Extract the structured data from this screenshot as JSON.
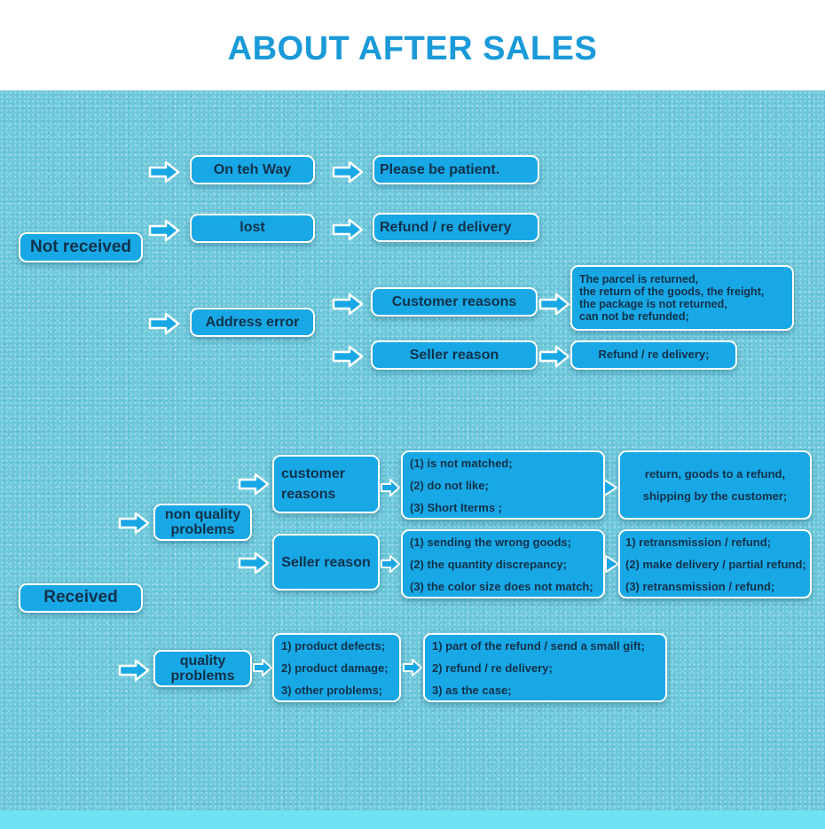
{
  "title": "ABOUT AFTER SALES",
  "not_received": {
    "root": "Not received",
    "on_the_way": "On teh Way",
    "on_the_way_result": "Please be patient.",
    "lost": "lost",
    "lost_result": "Refund / re delivery",
    "address_error": "Address error",
    "customer_reasons": "Customer reasons",
    "customer_reasons_result": [
      "The parcel is returned,",
      "the return of the goods, the freight,",
      "the package is not returned,",
      "can not be refunded;"
    ],
    "seller_reason": "Seller reason",
    "seller_reason_result": "Refund / re delivery;"
  },
  "received": {
    "root": "Received",
    "non_quality": {
      "label_line1": "non quality",
      "label_line2": "problems",
      "customer_reasons_line1": "customer",
      "customer_reasons_line2": "reasons",
      "customer_cases": [
        "(1) is not matched;",
        "(2) do not like;",
        "(3) Short Iterms ;"
      ],
      "customer_result": [
        "return, goods to a refund,",
        "shipping by the customer;"
      ],
      "seller_reason": "Seller reason",
      "seller_cases": [
        "(1) sending the wrong goods;",
        "(2) the quantity discrepancy;",
        "(3) the color size does not match;"
      ],
      "seller_result": [
        "1) retransmission / refund;",
        "(2) make delivery / partial refund;",
        "(3) retransmission / refund;"
      ]
    },
    "quality": {
      "label_line1": "quality",
      "label_line2": "problems",
      "cases": [
        "1) product defects;",
        "2) product damage;",
        "3) other problems;"
      ],
      "result": [
        "1) part of the refund / send a small gift;",
        "2) refund / re delivery;",
        "3) as the case;"
      ]
    }
  }
}
